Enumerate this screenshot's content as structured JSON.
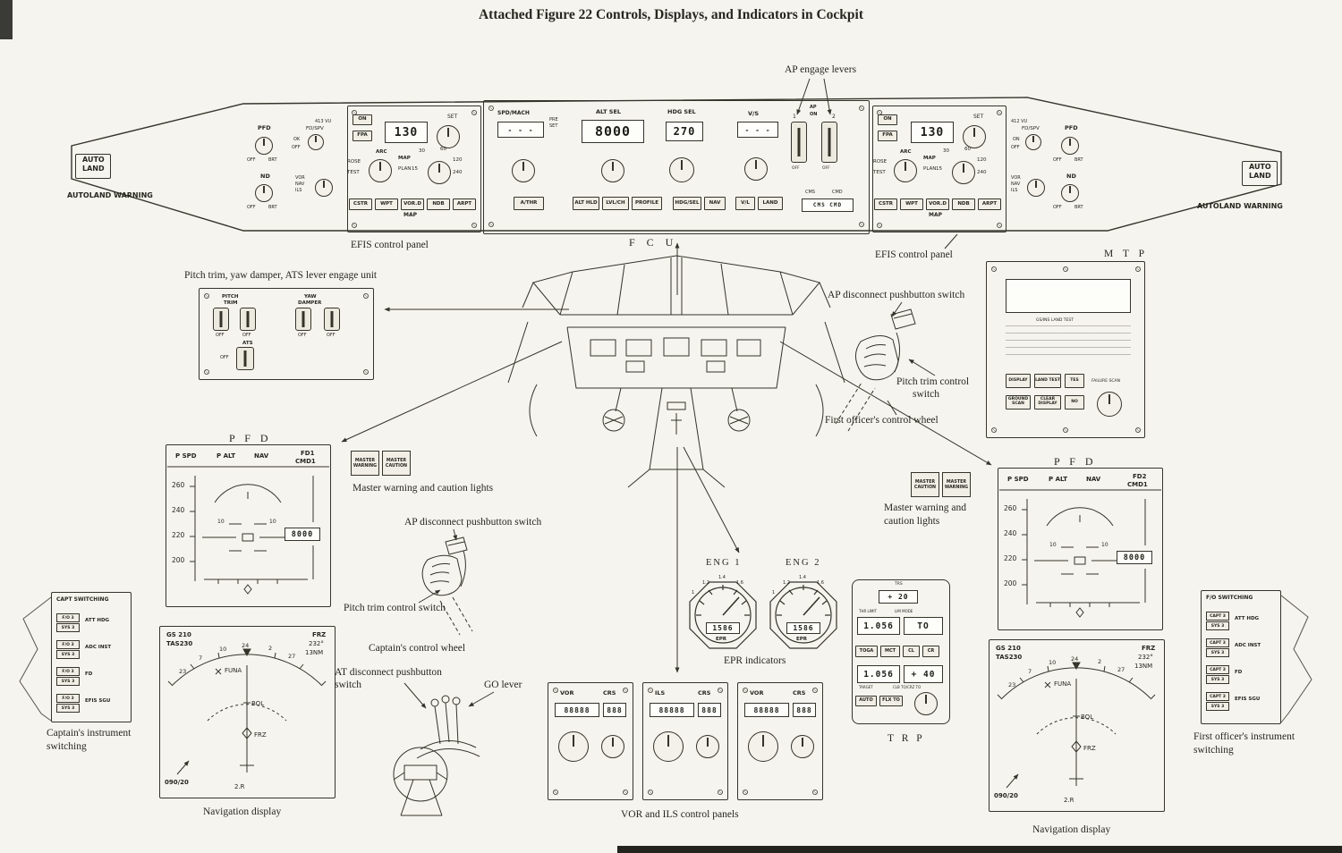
{
  "title": "Attached Figure 22    Controls, Displays, and Indicators in Cockpit",
  "autoland": {
    "line1": "AUTO",
    "line2": "LAND",
    "warning": "AUTOLAND WARNING"
  },
  "callouts": {
    "ap_engage_levers": "AP engage levers",
    "efis_caption_left": "EFIS control panel",
    "efis_caption_right": "EFIS control panel",
    "fcu": "F C U",
    "mtp": "M T P",
    "pfd_left": "P F D",
    "pfd_right": "P F D",
    "trp": "T R P",
    "eng1": "ENG 1",
    "eng2": "ENG 2",
    "epr_indicators": "EPR indicators",
    "vor_ils": "VOR and ILS control panels",
    "nav_display": "Navigation display",
    "pitch_trim_unit": "Pitch trim, yaw damper, ATS lever engage unit",
    "master_lights_left": "Master warning and caution lights",
    "master_lights_right_1": "Master warning and",
    "master_lights_right_2": "caution lights",
    "ap_disconnect": "AP disconnect pushbutton switch",
    "pitch_trim_switch": "Pitch trim control switch",
    "pitch_trim_switch_r1": "Pitch trim control",
    "pitch_trim_switch_r2": "switch",
    "capt_wheel": "Captain's control wheel",
    "fo_wheel": "First officer's control wheel",
    "at_disconnect_1": "AT disconnect pushbutton",
    "at_disconnect_2": "switch",
    "go_lever": "GO lever",
    "capt_inst_1": "Captain's instrument",
    "capt_inst_2": "switching",
    "fo_inst_1": "First officer's instrument",
    "fo_inst_2": "switching"
  },
  "efis": {
    "on": "ON",
    "fpa": "FPA",
    "range_display": "130",
    "set": "SET",
    "rose": "ROSE",
    "arc": "ARC",
    "map": "MAP",
    "plan": "PLAN",
    "test": "TEST",
    "r15": "15",
    "r30": "30",
    "r60": "60",
    "r120": "120",
    "r240": "240",
    "cstr": "CSTR",
    "wpt": "WPT",
    "vord": "VOR.D",
    "ndb": "NDB",
    "arpt": "ARPT",
    "map_label": "MAP"
  },
  "knob_cluster": {
    "pfd": "PFD",
    "nd": "ND",
    "off": "OFF",
    "brt": "BRT",
    "vu_left": "413 VU",
    "vu_right": "412 VU",
    "fd_spv": "FD/SPV",
    "ok": "OK",
    "on": "ON",
    "vor": "VOR",
    "nav": "NAV",
    "ils": "ILS"
  },
  "fcu": {
    "spd_mach": "SPD/MACH",
    "pre": "PRE",
    "set": "SET",
    "spd_window": "- - -",
    "vs_window": "- - -",
    "alt_sel": "ALT SEL",
    "alt_value": "8000",
    "hdg_sel": "HDG SEL",
    "hdg_value": "270",
    "vs": "V/S",
    "a_thr": "A/THR",
    "alt_hld": "ALT HLD",
    "lvl_ch": "LVL/CH",
    "profile": "PROFILE",
    "hdg_sel_btn": "HDG/SEL",
    "nav": "NAV",
    "v_l": "V/L",
    "land": "LAND",
    "cms": "CMS",
    "cmd": "CMD",
    "cms_cmd": "CMS CMD",
    "ap": "AP",
    "on": "ON",
    "off": "OFF",
    "n1": "1",
    "n2": "2"
  },
  "pitch_trim_unit": {
    "pitch": "PITCH",
    "trim": "TRIM",
    "yaw": "YAW",
    "damper": "DAMPER",
    "off": "OFF",
    "ats": "ATS"
  },
  "mtp": {
    "test_line": "GS/INS LAND TEST",
    "display": "DISPLAY",
    "land_test": "LAND TEST",
    "tes": "TES",
    "ground_scan": "GROUND SCAN",
    "clear_display": "CLEAR DISPLAY",
    "no": "NO",
    "failure_scan": "FAILURE SCAN"
  },
  "pfd": {
    "spd": "P SPD",
    "alt": "P ALT",
    "nav": "NAV",
    "fd1": "FD1",
    "fd2": "FD2",
    "cmd": "CMD1",
    "s260": "260",
    "s240": "240",
    "s220": "220",
    "s200": "200",
    "p10": "10",
    "alt_value": "8000"
  },
  "master": {
    "master": "MASTER",
    "warning": "WARNING",
    "caution": "CAUTION"
  },
  "epr": {
    "value": "1586",
    "label": "EPR",
    "t1": "1",
    "t12": "1.2",
    "t14": "1.4",
    "t16": "1.6"
  },
  "trp": {
    "trs": "TRS",
    "plus20": "+ 20",
    "thr_limit": "THR LIMIT",
    "lim_mode": "LIM MODE",
    "epr_to": "1.056",
    "to": "TO",
    "toga": "TOGA",
    "mct": "MCT",
    "cl": "CL",
    "cr": "CR",
    "epr_flx": "1.056",
    "plus40": "+ 40",
    "target": "TARGET",
    "clb": "CLB TO/CRZ TO",
    "auto": "AUTO",
    "flx": "FLX TO"
  },
  "vor_ils": {
    "p1_type": "VOR",
    "p2_type": "ILS",
    "p3_type": "VOR",
    "crs": "CRS",
    "freq": "88888",
    "course": "888"
  },
  "nd": {
    "gs": "GS 210",
    "tas": "TAS230",
    "frz": "FRZ",
    "deg": "232°",
    "nm": "13NM",
    "h1": "23",
    "h2": "7",
    "h3": "10",
    "h4": "24",
    "h5": "2",
    "h6": "27",
    "funa": "FUNA",
    "bol": "BOL",
    "frz_wpt": "FRZ",
    "wind": "090/20",
    "rwy": "2.R"
  },
  "capt_switching": {
    "title": "CAPT SWITCHING",
    "sw_a": "F/O 3",
    "sw_b": "SYS 3",
    "r1": "ATT HDG",
    "r2": "ADC INST",
    "r3": "FD",
    "r4": "EFIS SGU"
  },
  "fo_switching": {
    "title": "F/O SWITCHING",
    "sw_a": "CAPT 3",
    "sw_b": "SYS 3",
    "r1": "ATT HDG",
    "r2": "ADC INST",
    "r3": "FD",
    "r4": "EFIS SGU"
  }
}
